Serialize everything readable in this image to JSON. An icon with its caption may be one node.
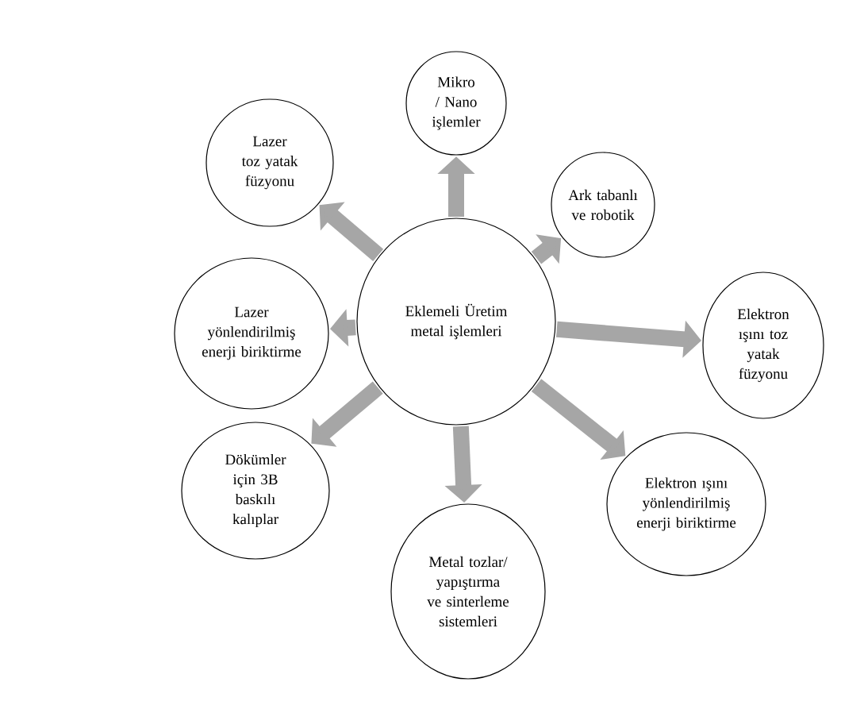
{
  "diagram": {
    "nodes": [
      {
        "text": [
          "Eklemeli Üretim metal işlemleri"
        ]
      },
      {
        "text": [
          "Mikro / Nano işlemler"
        ]
      },
      {
        "text": [
          "Ark tabanlı ve robotik"
        ]
      },
      {
        "text": [
          "Elektron ışını toz yatak füzyonu"
        ]
      },
      {
        "text": [
          "Elektron ışını yönlendirilmiş enerji biriktirme"
        ]
      },
      {
        "text": [
          "Metal tozlar/ yapıştırma ve sinterleme sistemleri"
        ]
      },
      {
        "text": [
          "Dökümler için 3B baskılı kalıplar"
        ]
      },
      {
        "text": [
          "Lazer yönlendirilmiş enerji biriktirme"
        ]
      },
      {
        "text": [
          "Lazer toz yatak füzyonu"
        ]
      }
    ],
    "edges": [
      {
        "from": 0,
        "to": 1,
        "arrow": "to"
      },
      {
        "from": 0,
        "to": 2,
        "arrow": "to"
      },
      {
        "from": 0,
        "to": 3,
        "arrow": "to"
      },
      {
        "from": 0,
        "to": 4,
        "arrow": "to"
      },
      {
        "from": 0,
        "to": 5,
        "arrow": "to"
      },
      {
        "from": 0,
        "to": 6,
        "arrow": "to"
      },
      {
        "from": 0,
        "to": 7,
        "arrow": "to"
      },
      {
        "from": 0,
        "to": 8,
        "arrow": "to"
      }
    ]
  }
}
